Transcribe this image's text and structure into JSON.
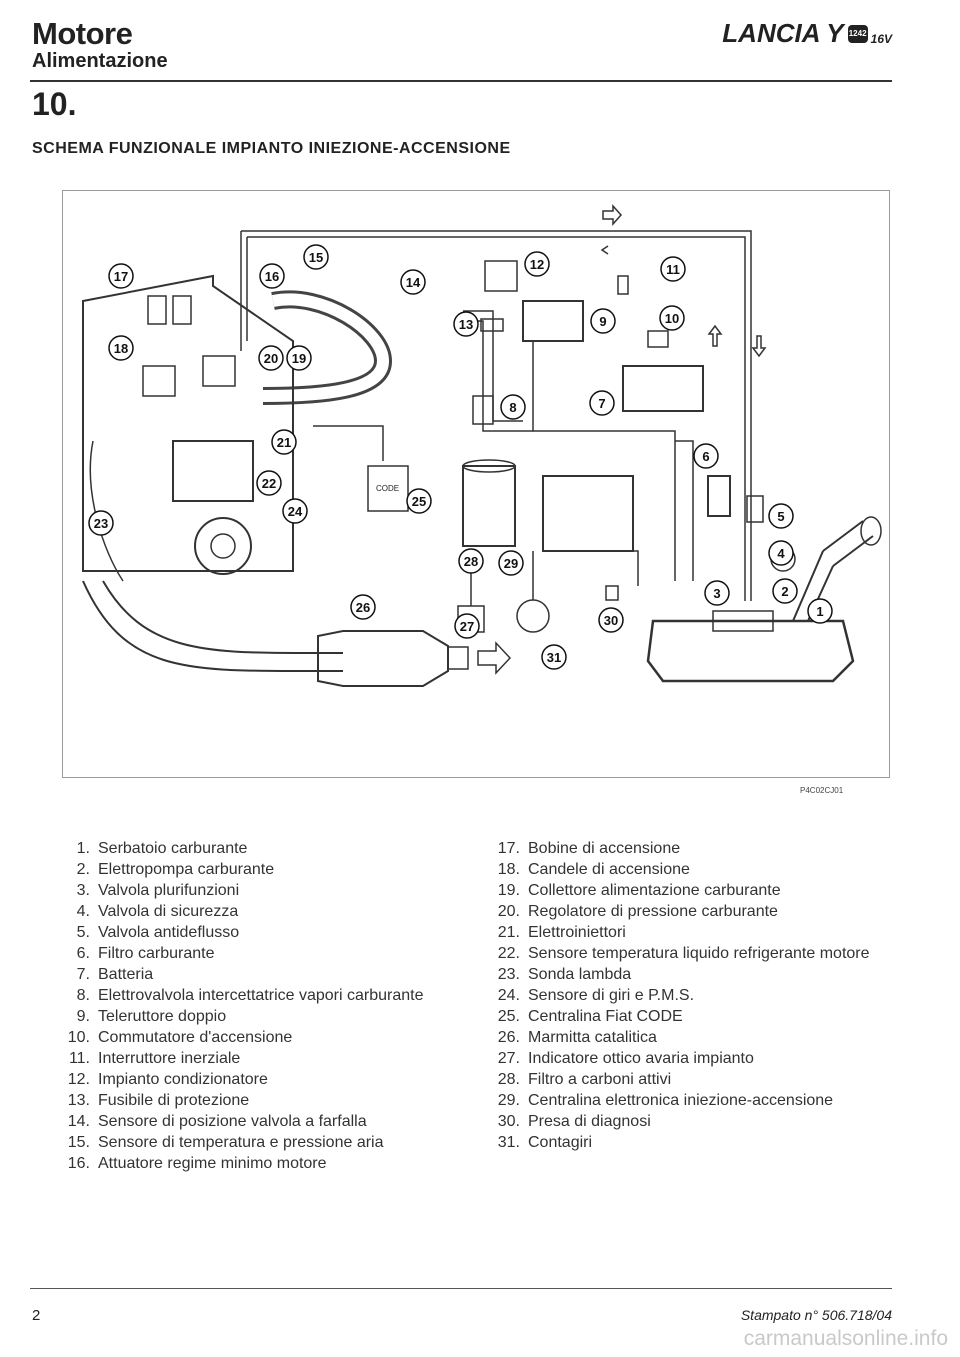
{
  "header": {
    "section_name": "Motore",
    "subsection": "Alimentazione",
    "brand": "LANCIA Y",
    "brand_badge": "1242",
    "brand_version": "16V",
    "section_number": "10.",
    "title": "SCHEMA FUNZIONALE IMPIANTO INIEZIONE-ACCENSIONE"
  },
  "diagram": {
    "figure_code": "P4C02CJ01",
    "ecu_label": "CODE",
    "callouts": [
      "1",
      "2",
      "3",
      "4",
      "5",
      "6",
      "7",
      "8",
      "9",
      "10",
      "11",
      "12",
      "13",
      "14",
      "15",
      "16",
      "17",
      "18",
      "19",
      "20",
      "21",
      "22",
      "23",
      "24",
      "25",
      "26",
      "27",
      "28",
      "29",
      "30",
      "31"
    ]
  },
  "legend_left": [
    {
      "num": "1.",
      "text": "Serbatoio carburante"
    },
    {
      "num": "2.",
      "text": "Elettropompa carburante"
    },
    {
      "num": "3.",
      "text": "Valvola plurifunzioni"
    },
    {
      "num": "4.",
      "text": "Valvola di sicurezza"
    },
    {
      "num": "5.",
      "text": "Valvola antideflusso"
    },
    {
      "num": "6.",
      "text": "Filtro carburante"
    },
    {
      "num": "7.",
      "text": "Batteria"
    },
    {
      "num": "8.",
      "text": "Elettrovalvola intercettatrice vapori carburante"
    },
    {
      "num": "9.",
      "text": "Teleruttore doppio"
    },
    {
      "num": "10.",
      "text": "Commutatore d'accensione"
    },
    {
      "num": "11.",
      "text": "Interruttore inerziale"
    },
    {
      "num": "12.",
      "text": "Impianto condizionatore"
    },
    {
      "num": "13.",
      "text": "Fusibile di protezione"
    },
    {
      "num": "14.",
      "text": "Sensore di posizione valvola a farfalla"
    },
    {
      "num": "15.",
      "text": "Sensore di temperatura e pressione aria"
    },
    {
      "num": "16.",
      "text": "Attuatore regime minimo motore"
    }
  ],
  "legend_right": [
    {
      "num": "17.",
      "text": "Bobine di accensione"
    },
    {
      "num": "18.",
      "text": "Candele di accensione"
    },
    {
      "num": "19.",
      "text": "Collettore alimentazione carburante"
    },
    {
      "num": "20.",
      "text": "Regolatore di pressione carburante"
    },
    {
      "num": "21.",
      "text": "Elettroiniettori"
    },
    {
      "num": "22.",
      "text": "Sensore temperatura liquido refrigerante motore"
    },
    {
      "num": "23.",
      "text": "Sonda lambda"
    },
    {
      "num": "24.",
      "text": "Sensore di giri e P.M.S."
    },
    {
      "num": "25.",
      "text": "Centralina Fiat CODE"
    },
    {
      "num": "26.",
      "text": "Marmitta catalitica"
    },
    {
      "num": "27.",
      "text": "Indicatore ottico avaria impianto"
    },
    {
      "num": "28.",
      "text": "Filtro a carboni attivi"
    },
    {
      "num": "29.",
      "text": "Centralina elettronica iniezione-accensione"
    },
    {
      "num": "30.",
      "text": "Presa di diagnosi"
    },
    {
      "num": "31.",
      "text": "Contagiri"
    }
  ],
  "footer": {
    "page_number": "2",
    "stamp": "Stampato n° 506.718/04",
    "watermark": "carmanualsonline.info"
  }
}
